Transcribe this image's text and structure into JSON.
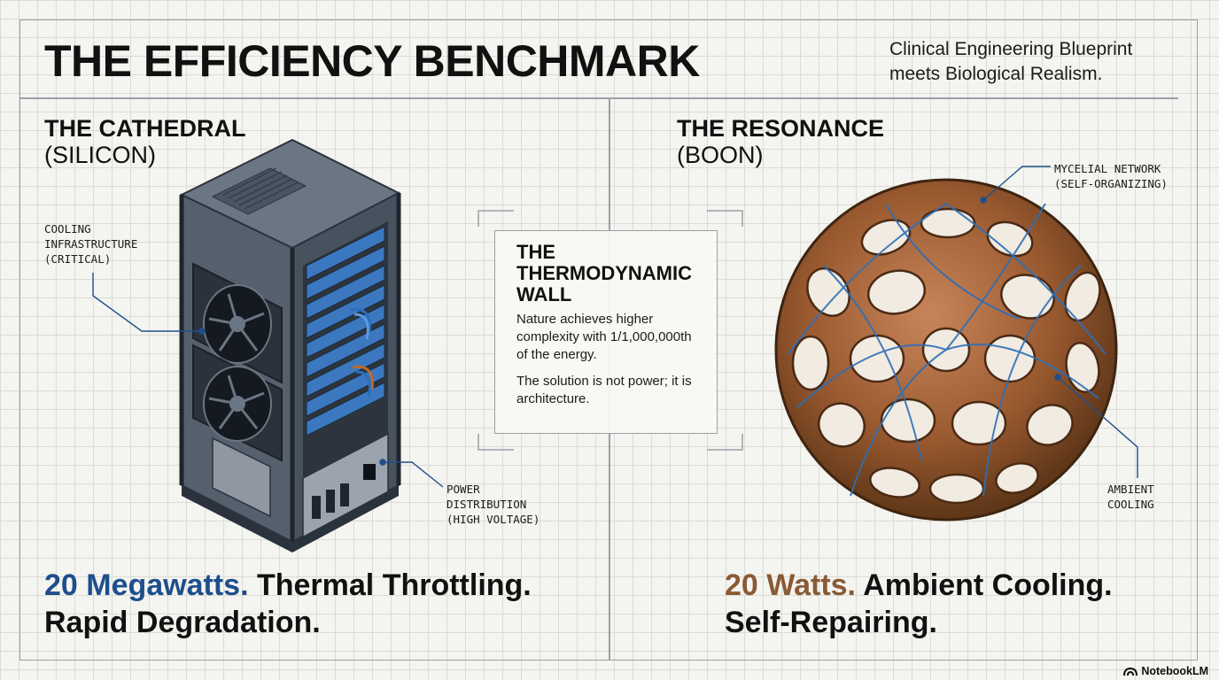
{
  "title": "THE EFFICIENCY BENCHMARK",
  "subtitle": [
    "Clinical Engineering Blueprint",
    "meets Biological Realism."
  ],
  "left": {
    "heading": "THE CATHEDRAL",
    "subheading": "(SILICON)",
    "callouts": {
      "cooling": "COOLING\nINFRASTRUCTURE\n(CRITICAL)",
      "power": "POWER\nDISTRIBUTION\n(HIGH VOLTAGE)"
    },
    "footer": {
      "highlight": "20 Megawatts.",
      "rest1": " Thermal Throttling.",
      "rest2": "Rapid Degradation."
    }
  },
  "right": {
    "heading": "THE RESONANCE",
    "subheading": "(BOON)",
    "callouts": {
      "mycelial": "MYCELIAL NETWORK\n(SELF-ORGANIZING)",
      "ambient": "AMBIENT\nCOOLING"
    },
    "footer": {
      "highlight": "20 Watts.",
      "rest1": " Ambient Cooling.",
      "rest2": "Self-Repairing."
    }
  },
  "center": {
    "title": "THE THERMODYNAMIC WALL",
    "p1": "Nature achieves higher complexity with 1/1,000,000th of the energy.",
    "p2": "The solution is not power; it is architecture."
  },
  "brand": "NotebookLM",
  "colors": {
    "accent_blue": "#1e4f8c",
    "accent_brown": "#8a5a34",
    "grid": "#dcdcd6"
  }
}
